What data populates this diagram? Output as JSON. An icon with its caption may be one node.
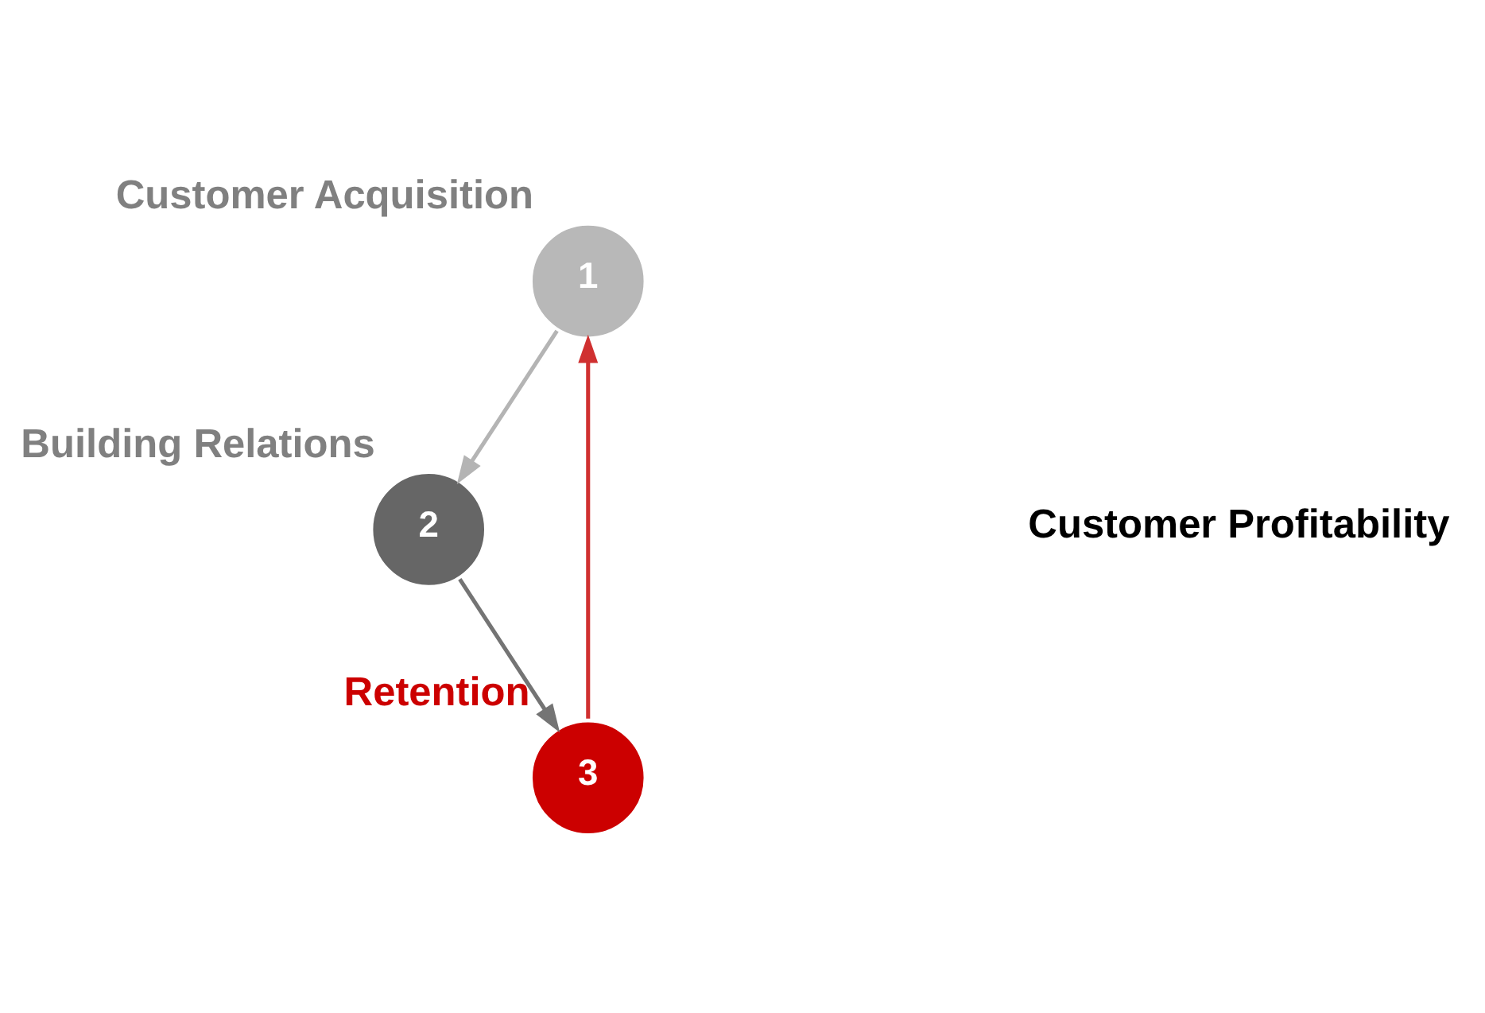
{
  "diagram": {
    "nodes": [
      {
        "text": [
          "1"
        ],
        "beside": [
          "Customer Acquisition"
        ]
      },
      {
        "text": [
          "2"
        ],
        "beside": [
          "Building Relations"
        ]
      },
      {
        "text": [
          "3"
        ],
        "beside": [
          "Retention"
        ]
      },
      {
        "text": [
          "Customer Profitability"
        ]
      }
    ],
    "edges": [
      {
        "from": 0,
        "to": 1,
        "arrow": "to",
        "color": "#b4b4b4"
      },
      {
        "from": 1,
        "to": 2,
        "arrow": "to",
        "color": "#747474"
      },
      {
        "from": 2,
        "to": 0,
        "arrow": "to",
        "color": "#d03030"
      }
    ]
  }
}
